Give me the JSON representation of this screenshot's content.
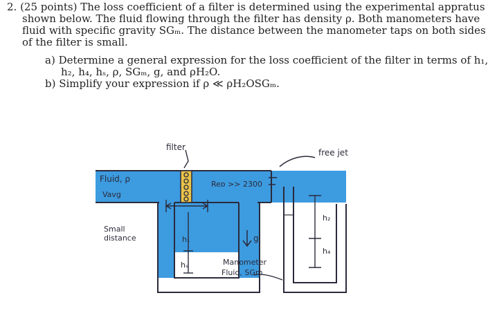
{
  "problem": {
    "line1": "2. (25 points) The loss coefficient of a filter is determined using the experimental appratus",
    "line2": "shown below. The fluid flowing through the filter has density ρ. Both manometers have",
    "line3": "fluid with specific gravity SGₘ. The distance between the manometer taps on both sides",
    "line4": "of the filter is small."
  },
  "parts": {
    "a_line1": "a) Determine a general expression for the loss coefficient of the filter in terms of h₁,",
    "a_line2": "h₂, h₄, hₛ, ρ, SGₘ, g, and ρH₂O.",
    "b_line1": "b) Simplify your expression if ρ ≪ ρH₂OSGₘ."
  },
  "figure": {
    "filter_label": "filter",
    "free_jet_label": "free jet",
    "fluid_label": "Fluid, ρ",
    "vavg_label": "Vavg",
    "reynolds_label": "Reᴅ >> 2300",
    "small_label": "Small",
    "distance_label": "distance",
    "h1_label": "h₁",
    "hs_label": "hₛ",
    "g_label": "g",
    "h2_label": "h₂",
    "h4_label": "h₄",
    "manometer_label": "Manometer",
    "manometer_fluid_label": "Fluid, SGm",
    "colors": {
      "pipe_fluid": "#3d9be0",
      "filter_band": "#e8c24a",
      "ink": "#2a2a3a"
    }
  }
}
